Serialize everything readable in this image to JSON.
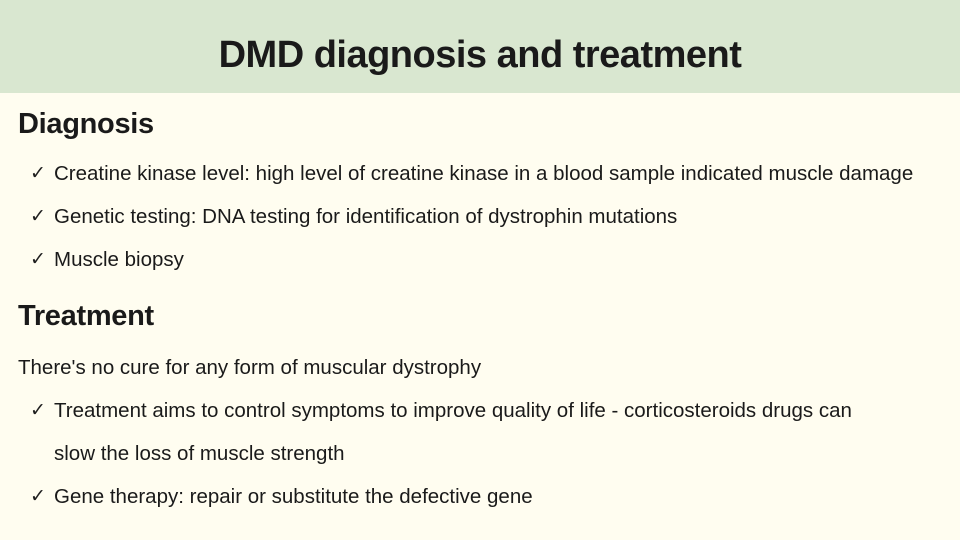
{
  "slide": {
    "title": "DMD diagnosis and treatment",
    "check_glyph": "✓",
    "colors": {
      "header_bg": "#d9e7d0",
      "body_bg": "#fffdf0",
      "text": "#1a1a1a"
    },
    "sections": [
      {
        "heading": "Diagnosis",
        "bullets": [
          {
            "lines": [
              "Creatine kinase level: high level of creatine kinase in a blood sample indicated muscle damage"
            ]
          },
          {
            "lines": [
              "Genetic testing: DNA testing for identification of dystrophin mutations"
            ]
          },
          {
            "lines": [
              "Muscle biopsy"
            ]
          }
        ]
      },
      {
        "heading": "Treatment",
        "intro": "There's no cure for any form of muscular dystrophy",
        "bullets": [
          {
            "lines": [
              "Treatment aims to control symptoms to improve quality of life - corticosteroids drugs can",
              "slow the loss of muscle strength"
            ]
          },
          {
            "lines": [
              "Gene therapy: repair or substitute the defective gene"
            ]
          }
        ]
      }
    ]
  }
}
